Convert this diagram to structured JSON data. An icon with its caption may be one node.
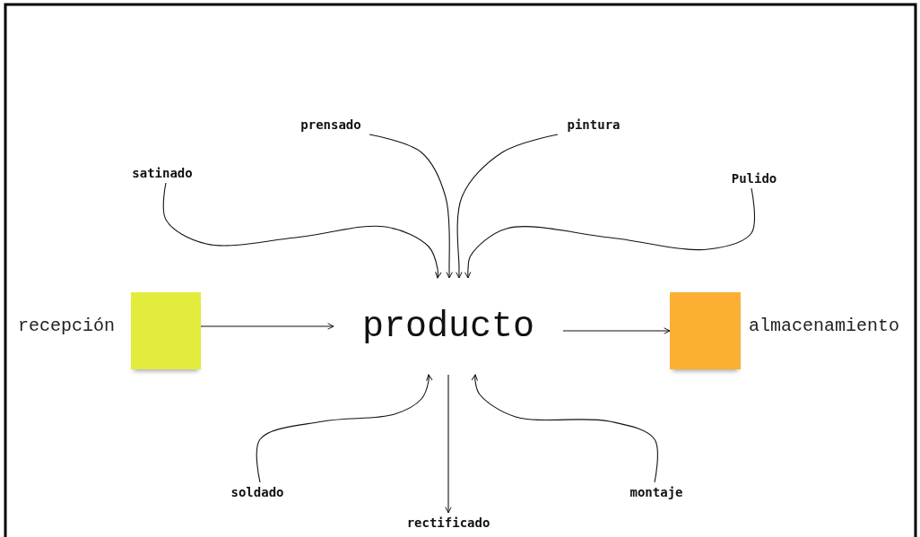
{
  "diagram": {
    "nodes": [
      {
        "text": [],
        "shape": "box",
        "beside": [
          "recepción"
        ]
      },
      {
        "text": [
          "producto"
        ]
      },
      {
        "text": [],
        "shape": "box",
        "beside": [
          "almacenamiento"
        ]
      },
      {
        "text": [
          "satinado"
        ]
      },
      {
        "text": [
          "prensado"
        ]
      },
      {
        "text": [
          "pintura"
        ]
      },
      {
        "text": [
          "Pulido"
        ]
      },
      {
        "text": [
          "soldado"
        ]
      },
      {
        "text": [
          "rectificado"
        ]
      },
      {
        "text": [
          "montaje"
        ]
      }
    ],
    "edges": [
      {
        "from": 0,
        "to": 1,
        "arrow": "to"
      },
      {
        "from": 1,
        "to": 2,
        "arrow": "to"
      },
      {
        "from": 3,
        "to": 1,
        "arrow": "to"
      },
      {
        "from": 4,
        "to": 1,
        "arrow": "to"
      },
      {
        "from": 5,
        "to": 1,
        "arrow": "to"
      },
      {
        "from": 6,
        "to": 1,
        "arrow": "to"
      },
      {
        "from": 7,
        "to": 1,
        "arrow": "to"
      },
      {
        "from": 1,
        "to": 8,
        "arrow": "to"
      },
      {
        "from": 9,
        "to": 1,
        "arrow": "to"
      }
    ]
  }
}
